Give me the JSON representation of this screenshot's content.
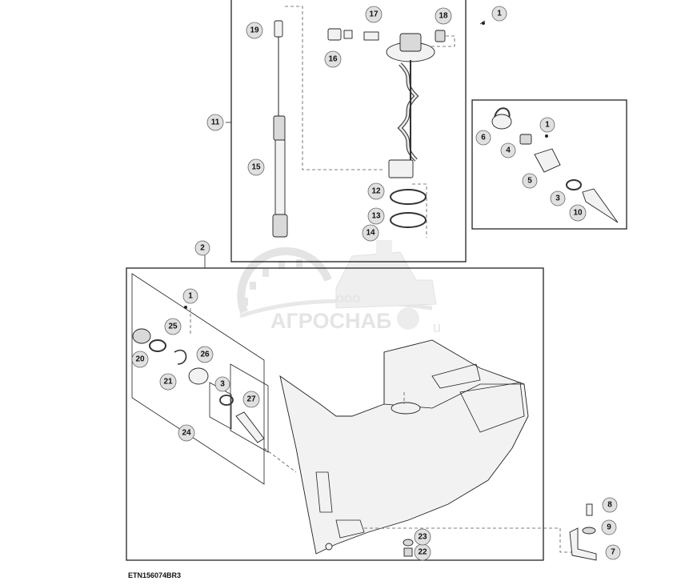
{
  "figure_ref": "ETN156074BR3",
  "watermark": {
    "company_prefix": "ООО",
    "company_name": "АГРОСНАБ",
    "suffix": "u"
  },
  "callouts": {
    "c1a": "1",
    "c1b": "1",
    "c1c": "1",
    "c2": "2",
    "c3a": "3",
    "c3b": "3",
    "c4": "4",
    "c5": "5",
    "c6": "6",
    "c7": "7",
    "c8": "8",
    "c9": "9",
    "c10": "10",
    "c11": "11",
    "c12": "12",
    "c13": "13",
    "c14": "14",
    "c15": "15",
    "c16": "16",
    "c17": "17",
    "c18": "18",
    "c19": "19",
    "c20": "20",
    "c21": "21",
    "c22": "22",
    "c23": "23",
    "c24": "24",
    "c25": "25",
    "c26": "26",
    "c27": "27"
  }
}
